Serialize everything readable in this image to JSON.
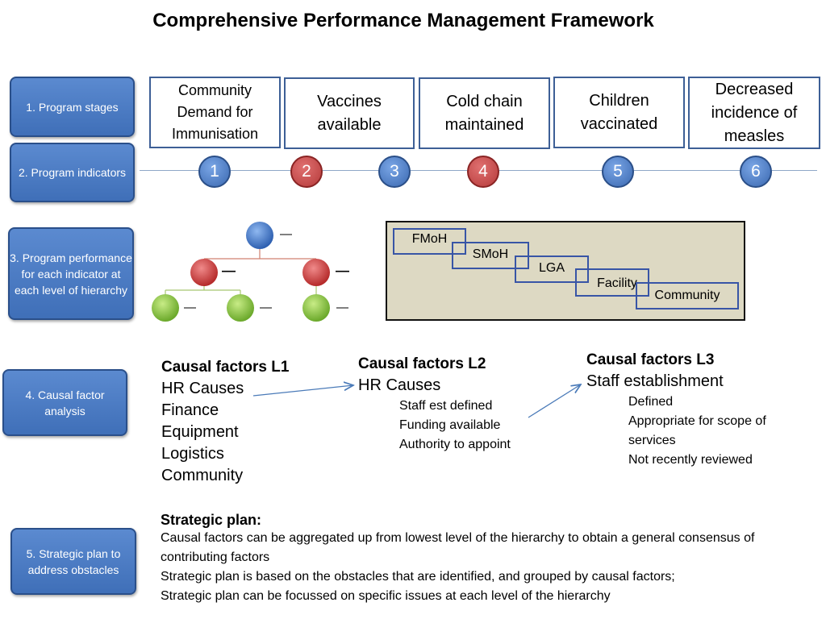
{
  "title": "Comprehensive Performance Management Framework",
  "sidebar": {
    "items": [
      "1. Program stages",
      "2. Program indicators",
      "3. Program performance for each indicator at each level of hierarchy",
      "4. Causal factor analysis",
      "5. Strategic plan to address obstacles"
    ]
  },
  "stages": [
    "Community Demand for Immunisation",
    "Vaccines available",
    "Cold chain maintained",
    "Children vaccinated",
    "Decreased incidence of measles"
  ],
  "indicators": [
    {
      "label": "1",
      "color": "#3a68b0"
    },
    {
      "label": "2",
      "color": "#b53a3a"
    },
    {
      "label": "3",
      "color": "#3a68b0"
    },
    {
      "label": "4",
      "color": "#b53a3a"
    },
    {
      "label": "5",
      "color": "#3a68b0"
    },
    {
      "label": "6",
      "color": "#3a68b0"
    }
  ],
  "hierarchy_levels": [
    "FMoH",
    "SMoH",
    "LGA",
    "Facility",
    "Community"
  ],
  "org_chart_dash": "—",
  "causal_l1": {
    "heading": "Causal factors L1",
    "items": [
      "HR Causes",
      "Finance",
      "Equipment",
      "Logistics",
      "Community"
    ]
  },
  "causal_l2": {
    "heading": "Causal factors L2",
    "item": "HR Causes",
    "subitems": [
      "Staff est defined",
      "Funding available",
      "Authority to appoint"
    ]
  },
  "causal_l3": {
    "heading": "Causal factors L3",
    "item": "Staff establishment",
    "subitems": [
      "Defined",
      "Appropriate for scope of services",
      "Not recently reviewed"
    ]
  },
  "strategic_plan": {
    "heading": "Strategic plan:",
    "lines": [
      "Causal factors can be aggregated up from lowest level of the hierarchy to obtain a general consensus of contributing factors",
      "Strategic plan is based on the obstacles that are identified, and grouped by causal factors;",
      "Strategic plan can be focussed on specific issues at each level of the hierarchy"
    ]
  }
}
